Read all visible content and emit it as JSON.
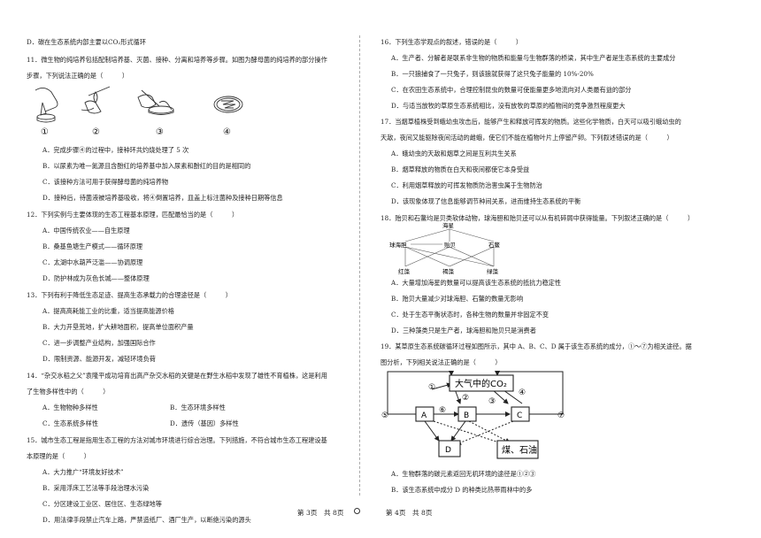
{
  "left": {
    "q10_d": "D．碳在生态系统内部主要以CO₂形式循环",
    "q11": {
      "stem1": "11．微生物的纯培养包括配制培养基、灭菌、接种、分离和培养等步骤。如图为酵母菌的纯培养的部分操作",
      "stem2": "步骤，下列说法正确的是（　　　）",
      "fig_labels": [
        "①",
        "②",
        "③",
        "④"
      ],
      "A": "A．完成步骤④的过程中，接种环共灼烧处理了 5 次",
      "B": "B．以尿素为唯一氮源且含酚红的培养基中加入尿素和酚红的目的是相同的",
      "C": "C．该接种方法可用于获得酵母菌的纯培养物",
      "D": "D．接种后，待菌液被培养基吸收，将④倒置培养，皿盖上标注菌种及接种日期等信息"
    },
    "q12": {
      "stem": "12．下列实例与主要体现的生态工程基本原理，匹配最恰当的是（　　　）",
      "A": "A．中国传统农业——自生原理",
      "B": "B．桑基鱼塘生产模式——循环原理",
      "C": "C．太湖中水葫芦泛滥——协调原理",
      "D": "D．防护林成为灰色长城——整体原理"
    },
    "q13": {
      "stem": "13．下列有利于降低生态足迹、提高生态承载力的合理途径是（　　　）",
      "A": "A．提高高耗能工业的比重，适当提高能源价格",
      "B": "B．大力开垦荒地，扩大耕地面积，提高单位面积产量",
      "C": "C．进一步调整产业结构，加强国际合作",
      "D": "D．限制资源、能源开发，减轻环境负荷"
    },
    "q14": {
      "stem1": "14．“杂交水稻之父”袁隆平成功培育出高产杂交水稻的关键是在野生水稻中发现了雄性不育植株，这是利用",
      "stem2": "了生物多样性中的（　　　）",
      "A": "A．生物物种多样性",
      "B": "B．生态环境多样性",
      "C": "C．生态系统多样性",
      "D": "D．遗传（基因）多样性"
    },
    "q15": {
      "stem1": "15．城市生态工程是指用生态工程的方法对城市环境进行综合治理。下列措施，不符合城市生态工程建设基",
      "stem2": "本原理的是（　　　）",
      "A": "A．大力推广“环境友好技术”",
      "B": "B．采用浮床工艺法等手段治理水污染",
      "C": "C．分区建设工业区、居住区、生态绿地等",
      "D": "D．用法律手段禁止汽车上路，严禁造纸厂、酒厂生产，以断绝污染的源头"
    },
    "footer": "第 3页　共 8页"
  },
  "right": {
    "q16": {
      "stem": "16．下列生态学观点的叙述，错误的是（　　　）",
      "A": "A．生产者、分解者是联系非生物的物质和能量与生物群落的桥梁，其中生产者是生态系统的主要成分",
      "B": "B．一只狼捕食了一只兔子，则该狼就获得了这只兔子能量的 10%-20%",
      "C": "C．在农田生态系统中，合理控制昆虫的数量可使能量更多地流向对人类最有益的部分",
      "D": "D．与适当放牧的草原生态系统相比，没有放牧的草原的植物间的竞争激烈程度更大"
    },
    "q17": {
      "stem1": "17．当烟草植株受到蛾幼虫攻击后，能够产生和释放可挥发的物质。这些化学物质，白天可以吸引蛾幼虫的",
      "stem2": "天敌，夜间又能驱除夜间活动的雌蛾，使它们不能在植物叶片上停留产卵。下列叙述错误的是（　　　）",
      "A": "A．蛾幼虫的天敌和烟草之间是互利共生关系",
      "B": "B．烟草释放的物质在白天和夜间都使它本身受益",
      "C": "C．利用烟草释放的可挥发物质防治害虫属于生物防治",
      "D": "D．该现象体现了信息能够调节种间关系，进而维持生态系统的平衡"
    },
    "q18": {
      "stem": "18．贻贝和石鳖均是贝类软体动物，球海胆和贻贝还可以从有机碎屑中获得能量。下列叙述正确的是（　　　）",
      "web": {
        "top": "海星",
        "mid_left": "球海胆",
        "mid_center": "贻贝",
        "mid_right": "石鳖",
        "bot_left": "红藻",
        "bot_center": "褐藻",
        "bot_right": "绿藻"
      },
      "A": "A．大量增加海星的数量可以提高该生态系统的抵抗力稳定性",
      "B": "B．贻贝大量减少对球海胆、石鳖的数量无影响",
      "C": "C．处于生态平衡状态时，各种生物的数量并非固定不变",
      "D": "D．三种藻类只是生产者，球海胆和贻贝只是消费者"
    },
    "q19": {
      "stem1": "19．某草原生态系统碳循环过程如图所示，其中 A、B、C、D 属于该生态系统的成分，①～⑦为相关途径。据",
      "stem2": "图分析，下列相关说法正确的是（　　　）",
      "fig": {
        "atm": "大气中的CO₂",
        "A": "A",
        "B": "B",
        "C": "C",
        "D": "D",
        "coal": "煤、石油",
        "n1": "①",
        "n2": "②",
        "n3": "③",
        "n4": "④",
        "n5": "⑤",
        "n6": "⑥",
        "n7": "⑦"
      },
      "A": "A．生物群落的碳元素返回无机环境的途径是①②③",
      "B": "B．该生态系统中成分 D 的种类比热带雨林中的多"
    },
    "footer": "第 4页　共 8页"
  }
}
